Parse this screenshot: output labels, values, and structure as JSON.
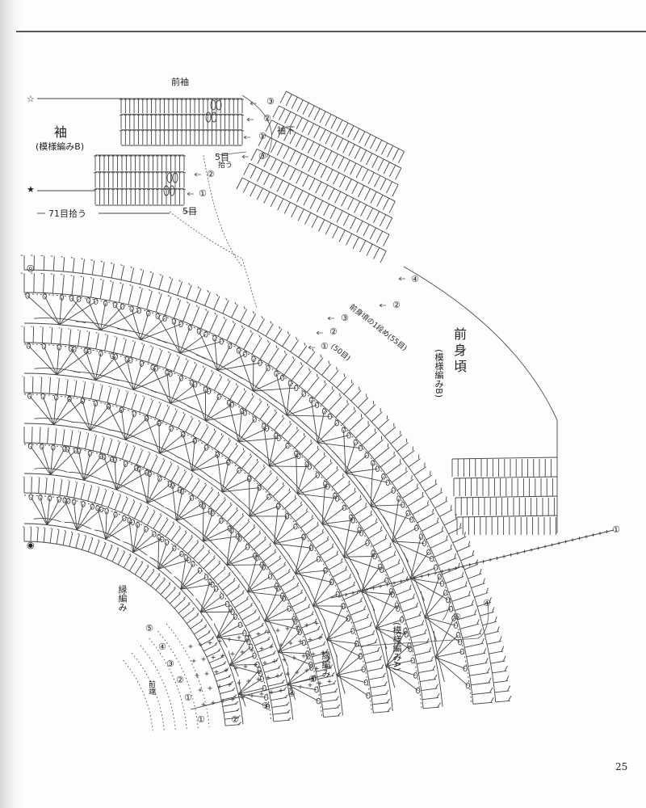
{
  "labels": {
    "front_sleeve": "前袖",
    "sleeve": "袖",
    "sleeve_pattern": "(模様編みB)",
    "underarm": "袖下",
    "pick_5": "5目",
    "pick_5_suffix": "拾う",
    "five_st": "5目",
    "pick_71": "71目拾う",
    "front_body": "前身頃",
    "front_body_pattern": "(模様編みB)",
    "front_neck_decrease": "前身頃の1段め(55目)",
    "count_50": "(50目)",
    "edge_pattern": "縁編み",
    "edge_pattern_2": "縁編み",
    "pattern_a": "(模様編みA)",
    "front_edge": "前端",
    "page_number": "25"
  },
  "symbols": {
    "star_open": "☆",
    "star_filled": "★",
    "circle_mark": "◎",
    "bullet_mark": "◉"
  },
  "row_markers": {
    "sleeve_upper": [
      "③",
      "②",
      "①"
    ],
    "sleeve_lower": [
      "③",
      "②",
      "①"
    ],
    "body_upper": [
      "④",
      "②",
      "③",
      "②",
      "①"
    ],
    "body_bottom": [
      "①",
      "④",
      "⑤"
    ],
    "edge": [
      "⑤",
      "④",
      "③",
      "②",
      "①",
      "①",
      "②",
      "③",
      "④",
      "⑤"
    ]
  }
}
